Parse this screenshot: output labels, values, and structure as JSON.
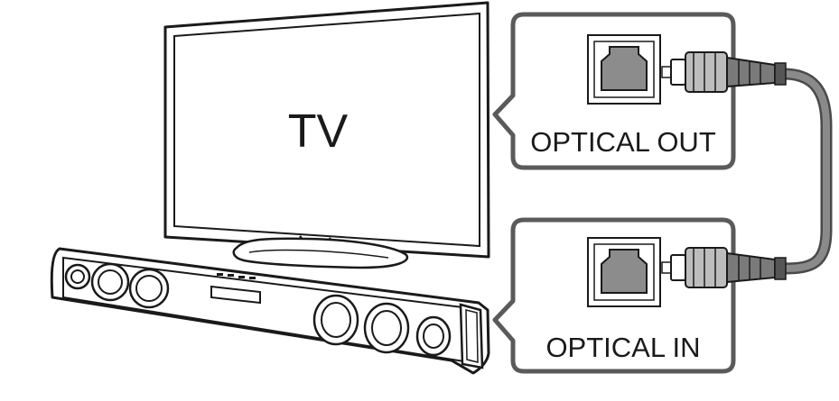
{
  "tv": {
    "label": "TV"
  },
  "callouts": {
    "top": {
      "label": "OPTICAL OUT"
    },
    "bottom": {
      "label": "OPTICAL IN"
    }
  },
  "colors": {
    "outline": "#1a1a1a",
    "callout_border": "#5a5a5a",
    "port_fill": "#8c8c8c",
    "cable_gray": "#7a7a7a",
    "cable_dark": "#555555"
  }
}
